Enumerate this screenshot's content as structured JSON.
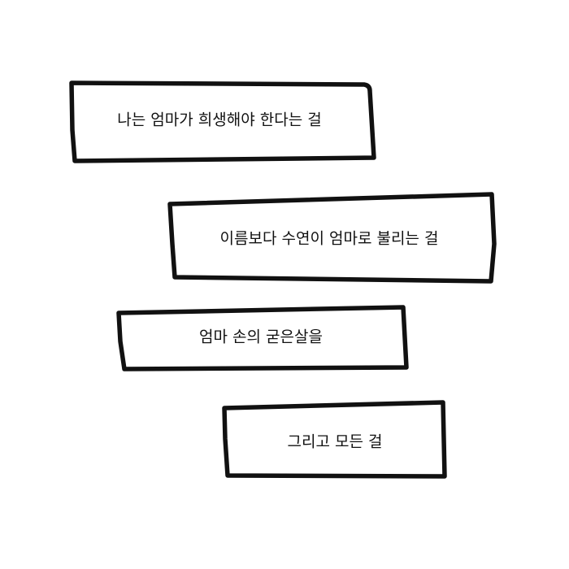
{
  "captions": [
    {
      "text": "나는 엄마가 희생해야 한다는 걸"
    },
    {
      "text": "이름보다 수연이 엄마로 불리는 걸"
    },
    {
      "text": "엄마 손의 굳은살을"
    },
    {
      "text": "그리고 모든 걸"
    }
  ],
  "colors": {
    "background": "#ffffff",
    "outline": "#111111",
    "text": "#111111"
  }
}
